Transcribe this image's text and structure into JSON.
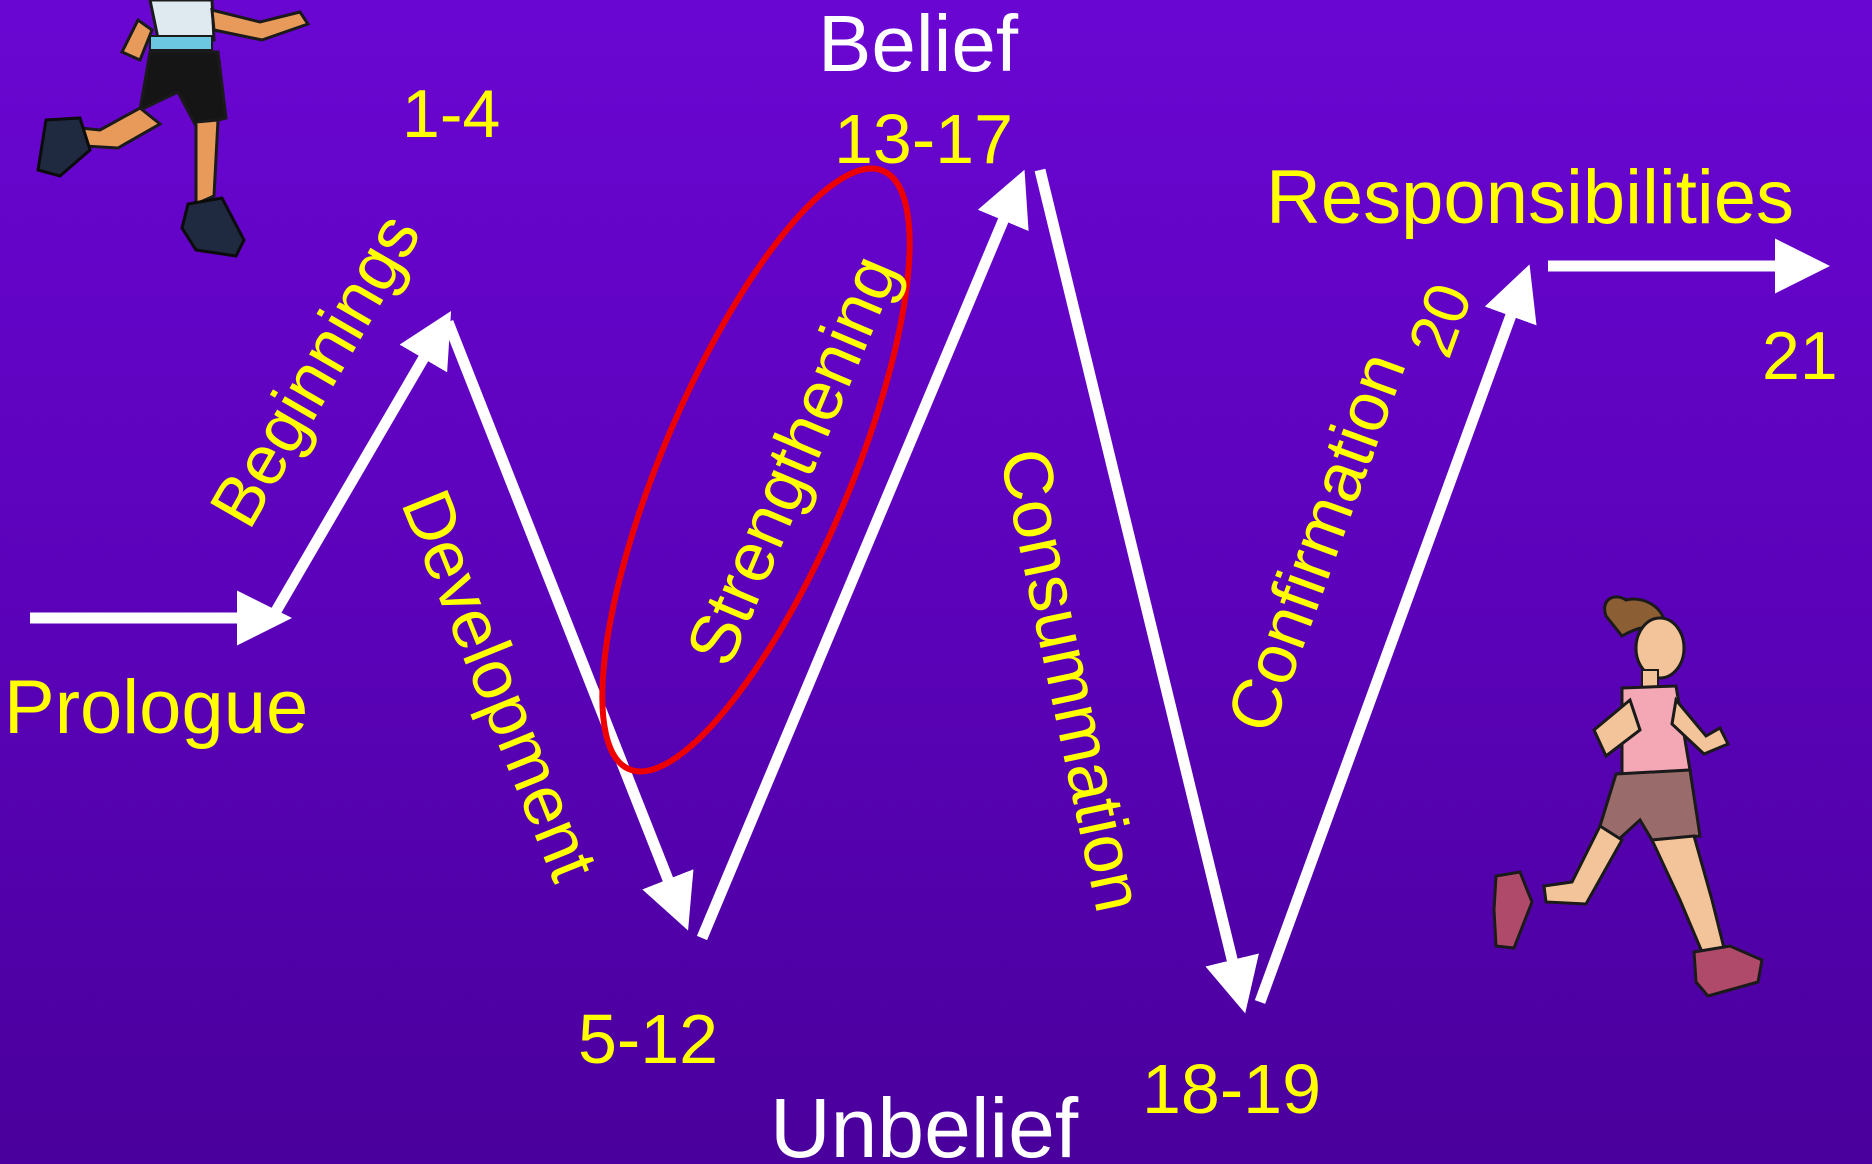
{
  "colors": {
    "background_top": "#6a06d2",
    "background_bottom": "#4a009c",
    "label_yellow": "#ffff00",
    "label_white": "#ffffff",
    "arrow": "#ffffff",
    "highlight_ellipse": "#ee0000"
  },
  "labels": {
    "belief": "Belief",
    "unbelief": "Unbelief",
    "prologue": "Prologue",
    "beginnings": "Beginnings",
    "development": "Development",
    "strengthening": "Strengthening",
    "consummation": "Consummation",
    "confirmation": "Confirmation",
    "responsibilities": "Responsibilities",
    "range_1_4": "1-4",
    "range_5_12": "5-12",
    "range_13_17": "13-17",
    "range_18_19": "18-19",
    "chapter_20": "20",
    "chapter_21": "21"
  },
  "icons": {
    "runner_top_left": "runner-woman-top-left",
    "runner_bottom_right": "runner-woman-bottom-right"
  }
}
